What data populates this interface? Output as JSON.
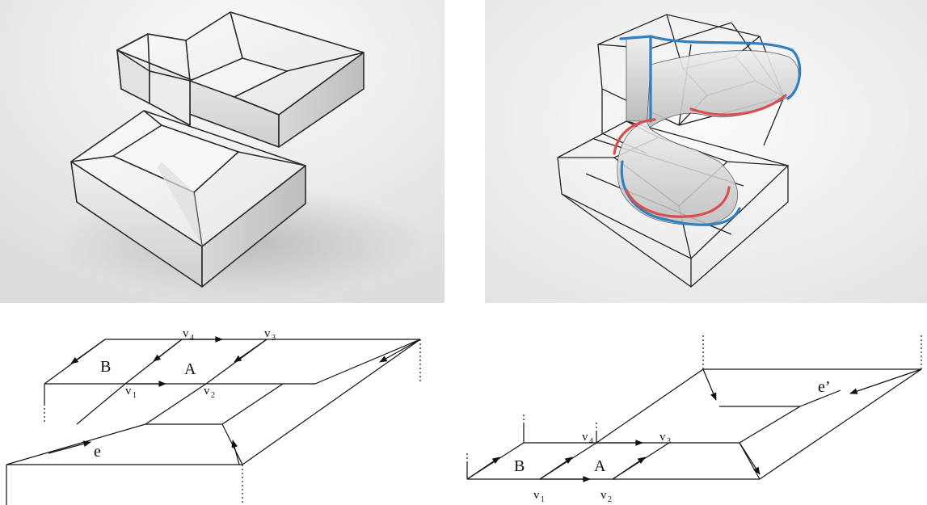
{
  "bottom_left": {
    "label_B": "B",
    "label_A": "A",
    "label_e": "e",
    "v1": "v",
    "v1_sub": "1",
    "v2": "v",
    "v2_sub": "2",
    "v3": "v",
    "v3_sub": "3",
    "v4": "v",
    "v4_sub": "4"
  },
  "bottom_right": {
    "label_B": "B",
    "label_A": "A",
    "label_e_prime": "e’",
    "v1": "v",
    "v1_sub": "1",
    "v2": "v",
    "v2_sub": "2",
    "v3": "v",
    "v3_sub": "3",
    "v4": "v",
    "v4_sub": "4"
  },
  "colors": {
    "curve_blue": "#2f7fc1",
    "curve_red": "#d94f4f",
    "edge": "#111111",
    "backdrop": "#f2f2f2"
  }
}
